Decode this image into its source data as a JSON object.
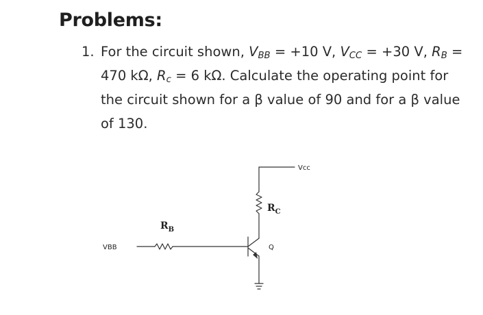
{
  "heading": "Problems:",
  "problem": {
    "number": "1.",
    "seg_1": "For the circuit shown, ",
    "vbb_symbol": "V",
    "vbb_sub": "BB",
    "seg_2": " = +10 V, ",
    "vcc_symbol": "V",
    "vcc_sub": "CC",
    "seg_3": " = +30 V, ",
    "rb_symbol": "R",
    "rb_sub": "B",
    "seg_4": " = 470 kΩ, ",
    "rc_symbol": "R",
    "rc_sub": "c",
    "seg_5": " = 6 kΩ. Calculate the operating point for the circuit shown for a β value of 90 and for a β value of 130."
  },
  "circuit": {
    "vcc_label": "Vcc",
    "vbb_label": "VBB",
    "rb_label_main": "R",
    "rb_label_sub": "B",
    "rc_label_main": "R",
    "rc_label_sub": "C",
    "transistor_label": "Q"
  }
}
